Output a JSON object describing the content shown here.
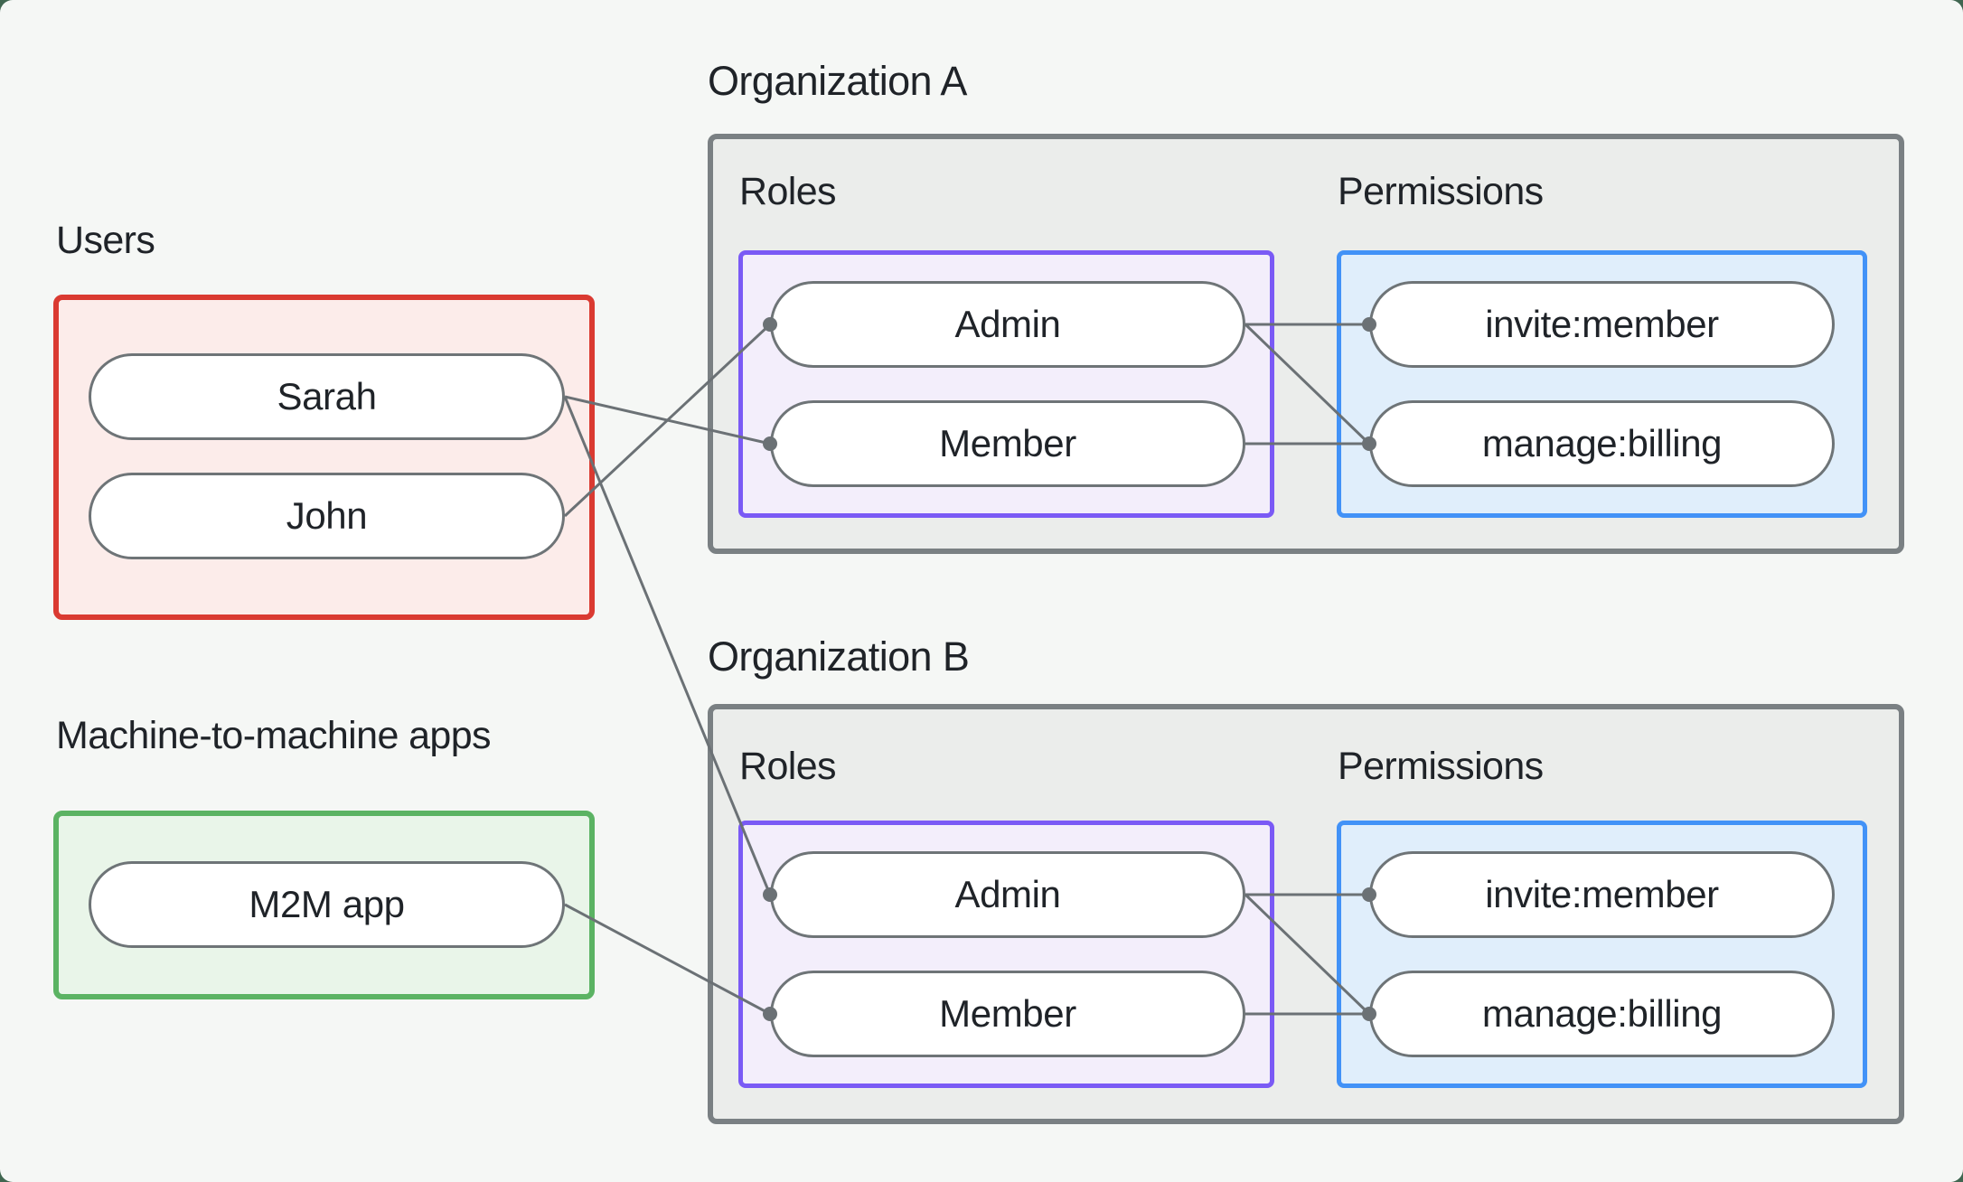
{
  "page": {
    "background": "#406650",
    "panel_background": "#f5f7f5"
  },
  "users_section": {
    "label": "Users",
    "box_border": "#da3a31",
    "box_fill": "#fcecea",
    "items": [
      "Sarah",
      "John"
    ]
  },
  "m2m_section": {
    "label": "Machine-to-machine apps",
    "box_border": "#5bb363",
    "box_fill": "#e9f5e9",
    "items": [
      "M2M app"
    ]
  },
  "organizations": [
    {
      "label": "Organization A",
      "roles_label": "Roles",
      "permissions_label": "Permissions",
      "roles": [
        "Admin",
        "Member"
      ],
      "permissions": [
        "invite:member",
        "manage:billing"
      ]
    },
    {
      "label": "Organization B",
      "roles_label": "Roles",
      "permissions_label": "Permissions",
      "roles": [
        "Admin",
        "Member"
      ],
      "permissions": [
        "invite:member",
        "manage:billing"
      ]
    }
  ],
  "styles": {
    "org_box_border": "#7a8083",
    "org_box_fill": "#ebedeb",
    "roles_box_border": "#7a5af5",
    "roles_box_fill": "#f3eefb",
    "permissions_box_border": "#4292f7",
    "permissions_box_fill": "#e0eefb",
    "pill_border": "#6e7477",
    "pill_fill": "#ffffff",
    "connector_color": "#6b7175",
    "text_color": "#1f2328"
  },
  "connections": [
    {
      "from": "user-sarah",
      "to": "orga-role-member"
    },
    {
      "from": "user-john",
      "to": "orga-role-admin"
    },
    {
      "from": "user-sarah",
      "to": "orgb-role-admin"
    },
    {
      "from": "m2m-app",
      "to": "orgb-role-member"
    },
    {
      "from": "orga-role-admin",
      "to": "orga-perm-invite"
    },
    {
      "from": "orga-role-admin",
      "to": "orga-perm-manage"
    },
    {
      "from": "orga-role-member",
      "to": "orga-perm-manage"
    },
    {
      "from": "orgb-role-admin",
      "to": "orgb-perm-invite"
    },
    {
      "from": "orgb-role-admin",
      "to": "orgb-perm-manage"
    },
    {
      "from": "orgb-role-member",
      "to": "orgb-perm-manage"
    }
  ]
}
